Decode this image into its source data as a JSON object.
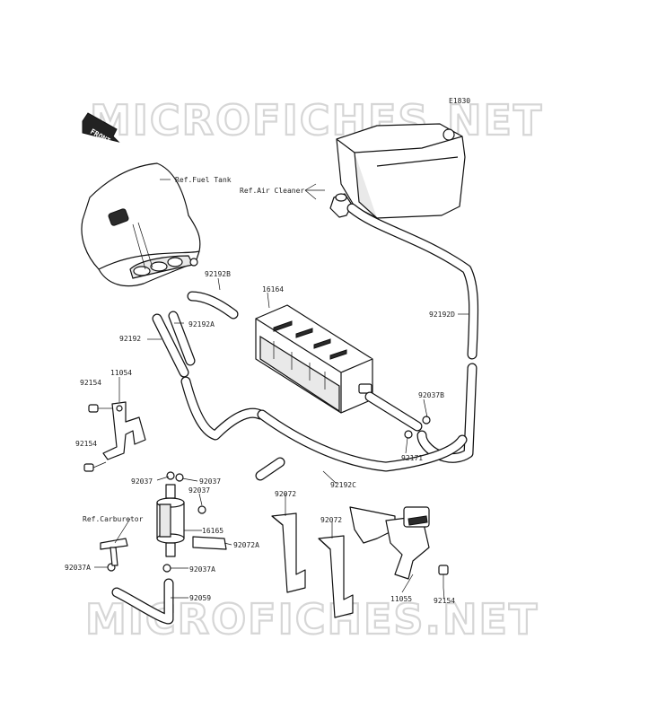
{
  "diagram_code": "E1830",
  "front_label": "FRONT",
  "watermark": "MICROFICHES.NET",
  "references": {
    "fuel_tank": "Ref.Fuel Tank",
    "air_cleaner": "Ref.Air Cleaner",
    "carburetor": "Ref.Carburetor"
  },
  "part_labels": [
    {
      "id": "92192B",
      "text": "92192B"
    },
    {
      "id": "16164",
      "text": "16164"
    },
    {
      "id": "92192D",
      "text": "92192D"
    },
    {
      "id": "92192A",
      "text": "92192A"
    },
    {
      "id": "92192",
      "text": "92192"
    },
    {
      "id": "11054",
      "text": "11054"
    },
    {
      "id": "92154-a",
      "text": "92154"
    },
    {
      "id": "92154-b",
      "text": "92154"
    },
    {
      "id": "92037B",
      "text": "92037B"
    },
    {
      "id": "92171",
      "text": "92171"
    },
    {
      "id": "92192C",
      "text": "92192C"
    },
    {
      "id": "92037-a",
      "text": "92037"
    },
    {
      "id": "92037-b",
      "text": "92037"
    },
    {
      "id": "92037-c",
      "text": "92037"
    },
    {
      "id": "16165",
      "text": "16165"
    },
    {
      "id": "92072A",
      "text": "92072A"
    },
    {
      "id": "92072-a",
      "text": "92072"
    },
    {
      "id": "92072-b",
      "text": "92072"
    },
    {
      "id": "92037A-a",
      "text": "92037A"
    },
    {
      "id": "92037A-b",
      "text": "92037A"
    },
    {
      "id": "92059",
      "text": "92059"
    },
    {
      "id": "11055",
      "text": "11055"
    },
    {
      "id": "92154-c",
      "text": "92154"
    }
  ]
}
